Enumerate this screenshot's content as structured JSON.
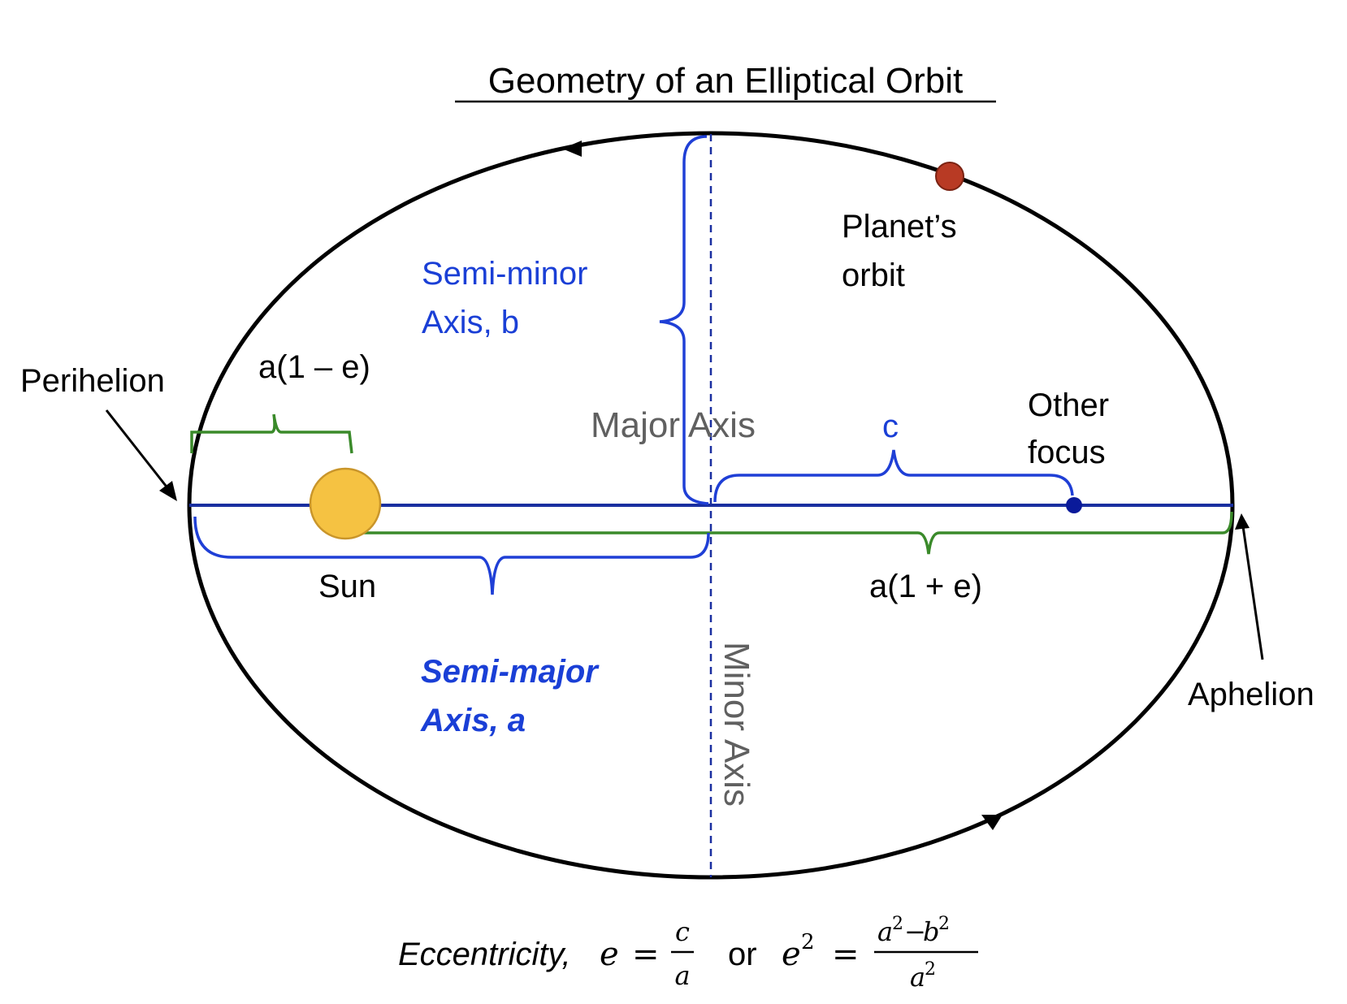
{
  "title": "Geometry of an Elliptical Orbit",
  "labels": {
    "perihelion": "Perihelion",
    "aphelion": "Aphelion",
    "sun": "Sun",
    "planets_orbit_line1": "Planet’s",
    "planets_orbit_line2": "orbit",
    "other_focus_line1": "Other",
    "other_focus_line2": "focus",
    "semi_minor_line1": "Semi-minor",
    "semi_minor_line2": "Axis, b",
    "semi_major_line1": "Semi-major",
    "semi_major_line2": "Axis, a",
    "major_axis": "Major Axis",
    "minor_axis": "Minor Axis",
    "a_one_minus_e": "a(1 – e)",
    "a_one_plus_e": "a(1 + e)",
    "c": "c"
  },
  "formula": {
    "prefix": "Eccentricity, ",
    "e": "e",
    "equals": "=",
    "frac1_num": "c",
    "frac1_den": "a",
    "or": "or",
    "e_squared_base": "e",
    "exp2": "2",
    "frac2_num_a": "a",
    "frac2_minus": "−",
    "frac2_num_b": "b",
    "frac2_den_a": "a"
  },
  "colors": {
    "orbit": "#000000",
    "axis_blue": "#1a2fa0",
    "bracket_blue": "#1f3fd6",
    "bracket_green": "#3a8a2a",
    "label_blue": "#1a3fd6",
    "label_gray": "#606060",
    "sun_fill": "#f5c242",
    "sun_stroke": "#c9952a",
    "planet_fill": "#b83a24",
    "focus_dot": "#0a1a9a"
  }
}
